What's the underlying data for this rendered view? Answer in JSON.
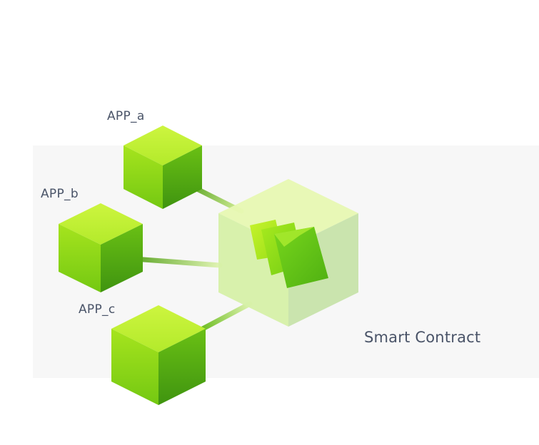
{
  "nodes": {
    "app_a": {
      "label": "APP_a"
    },
    "app_b": {
      "label": "APP_b"
    },
    "app_c": {
      "label": "APP_c"
    },
    "contract": {
      "label": "Smart Contract"
    }
  },
  "colors": {
    "panel": "#f7f7f7",
    "cube_top": "#c2f23a",
    "cube_left": "#8bd81a",
    "cube_right": "#55ab10",
    "contract_top": "#e6f8b0",
    "contract_left": "#d3efa6",
    "contract_right": "#c4e1a8",
    "text": "#4a5468"
  }
}
